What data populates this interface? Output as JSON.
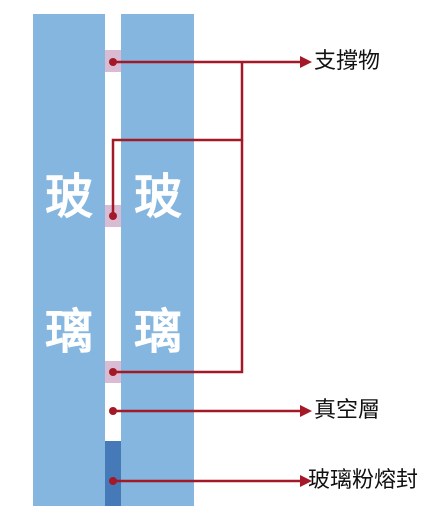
{
  "glass_left_text": [
    "玻",
    "璃"
  ],
  "glass_right_text": [
    "玻",
    "璃"
  ],
  "labels": {
    "support": "支撐物",
    "vacuum": "真空層",
    "seal": "玻璃粉熔封"
  },
  "colors": {
    "glass": "#85b6df",
    "support": "#d9bcd4",
    "seal": "#4679b8",
    "leader": "#a31927",
    "text": "#111111"
  }
}
